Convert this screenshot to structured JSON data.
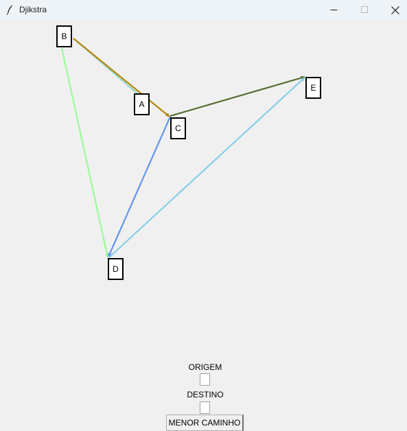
{
  "window": {
    "title": "Djikstra",
    "controls": {
      "minimize": "minimize-icon",
      "maximize": "maximize-icon",
      "close": "close-icon"
    }
  },
  "graph": {
    "nodes": [
      {
        "id": "B",
        "label": "B"
      },
      {
        "id": "A",
        "label": "A"
      },
      {
        "id": "C",
        "label": "C"
      },
      {
        "id": "E",
        "label": "E"
      },
      {
        "id": "D",
        "label": "D"
      }
    ],
    "edges": [
      {
        "from": "B",
        "to": "A",
        "color": "#8fd6c4"
      },
      {
        "from": "B",
        "to": "C",
        "color": "#b8860b"
      },
      {
        "from": "B",
        "to": "D",
        "color": "#98fb98"
      },
      {
        "from": "C",
        "to": "E",
        "color": "#556b2f"
      },
      {
        "from": "C",
        "to": "D",
        "color": "#6495ed"
      },
      {
        "from": "D",
        "to": "E",
        "color": "#87ceeb"
      }
    ]
  },
  "form": {
    "origem_label": "ORIGEM",
    "origem_value": "",
    "destino_label": "DESTINO",
    "destino_value": "",
    "button_label": "MENOR CAMINHO"
  }
}
